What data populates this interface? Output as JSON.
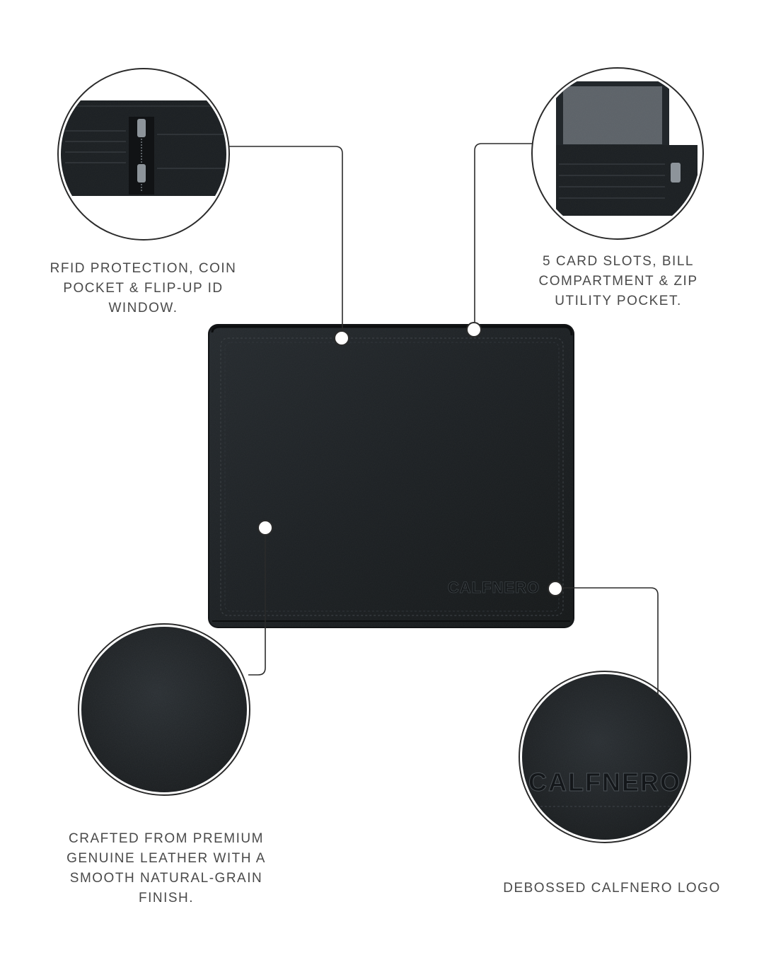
{
  "brand": {
    "logo_text": "CALFNERO"
  },
  "callouts": [
    {
      "id": "rfid",
      "text": "RFID PROTECTION, COIN\nPOCKET & FLIP-UP ID\nWINDOW."
    },
    {
      "id": "cards",
      "text": "5 CARD SLOTS, BILL\nCOMPARTMENT & ZIP\nUTILITY POCKET."
    },
    {
      "id": "leather",
      "text": "CRAFTED FROM PREMIUM\nGENUINE LEATHER WITH A\nSMOOTH NATURAL-GRAIN\nFINISH."
    },
    {
      "id": "logo",
      "text": "DEBOSSED CALFNERO LOGO"
    }
  ],
  "colors": {
    "background": "#ffffff",
    "leather": "#1d2124",
    "stitch": "#3a3f43",
    "line": "#2b2b2b",
    "text": "#4a4a4a"
  }
}
